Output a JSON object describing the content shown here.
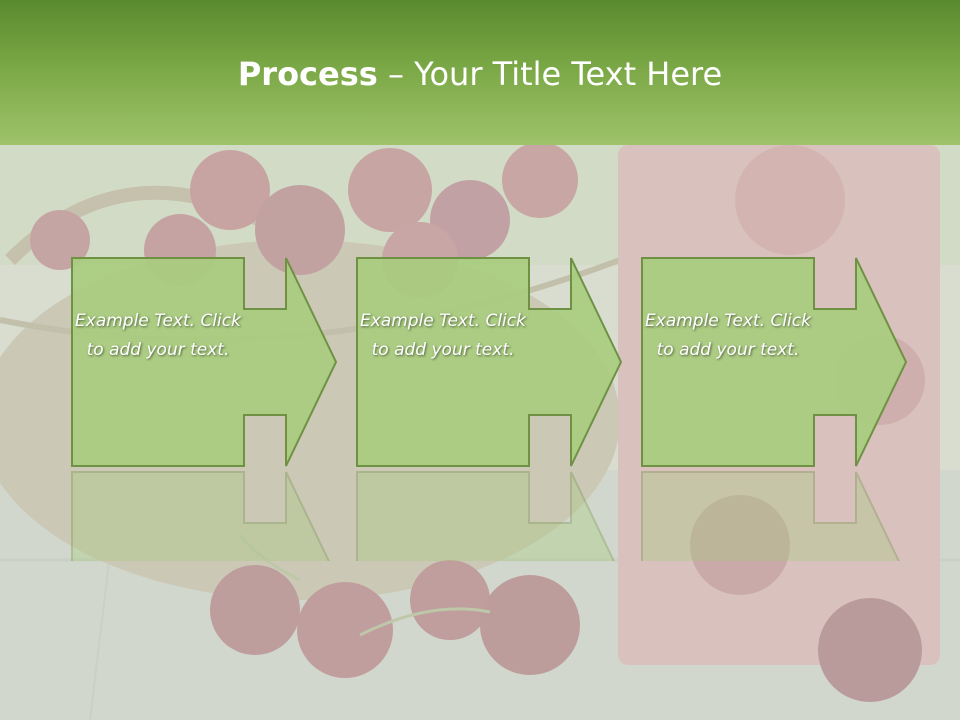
{
  "slide": {
    "title_bold": "Process",
    "title_rest": " – Your Title Text Here"
  },
  "steps": [
    {
      "text": "Example Text. Click  to add your text."
    },
    {
      "text": "Example Text. Click  to add your text."
    },
    {
      "text": "Example Text. Click  to add your text."
    }
  ],
  "colors": {
    "title_bar": "#7aa745",
    "shape_fill": "#a8cc7e",
    "shape_border": "#6e9143"
  }
}
